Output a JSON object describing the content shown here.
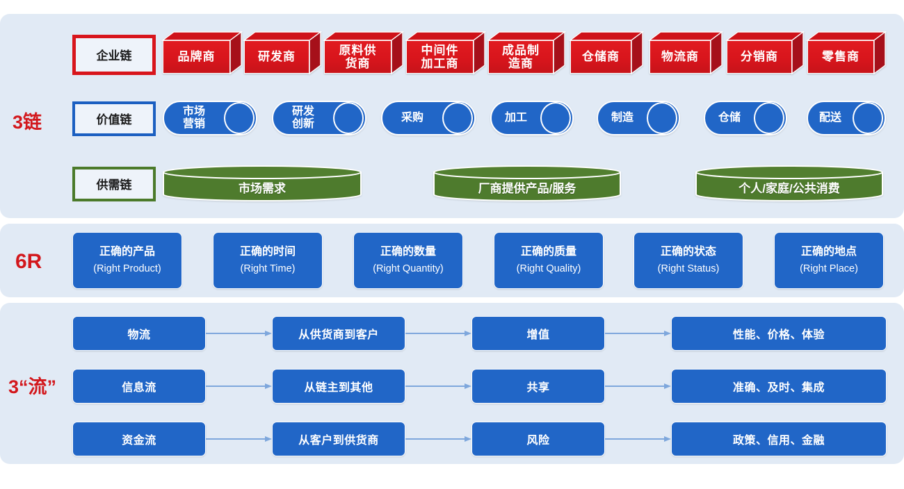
{
  "colors": {
    "panel_bg": "#e1eaf5",
    "red": "#d8151c",
    "blue": "#2166c7",
    "green": "#4e7b2d",
    "label_red": "#d2171c",
    "arrow": "#7ea7dc"
  },
  "sections": {
    "chains": {
      "label": "3链"
    },
    "six_r": {
      "label": "6R"
    },
    "flows": {
      "label": "3“流”"
    }
  },
  "chains": {
    "enterprise": {
      "tag": "企业链",
      "nodes": [
        {
          "label": "品牌商"
        },
        {
          "label": "研发商"
        },
        {
          "label": "原料供\n货商"
        },
        {
          "label": "中间件\n加工商"
        },
        {
          "label": "成品制\n造商"
        },
        {
          "label": "仓储商"
        },
        {
          "label": "物流商"
        },
        {
          "label": "分销商"
        },
        {
          "label": "零售商"
        }
      ]
    },
    "value": {
      "tag": "价值链",
      "nodes": [
        {
          "label": "市场\n营销"
        },
        {
          "label": "研发\n创新"
        },
        {
          "label": "采购"
        },
        {
          "label": "加工"
        },
        {
          "label": "制造"
        },
        {
          "label": "仓储"
        },
        {
          "label": "配送"
        }
      ]
    },
    "supply_demand": {
      "tag": "供需链",
      "nodes": [
        {
          "label": "市场需求"
        },
        {
          "label": "厂商提供产品/服务"
        },
        {
          "label": "个人/家庭/公共消费"
        }
      ]
    }
  },
  "six_r": {
    "items": [
      {
        "cn": "正确的产品",
        "en": "(Right Product)"
      },
      {
        "cn": "正确的时间",
        "en": "(Right Time)"
      },
      {
        "cn": "正确的数量",
        "en": "(Right Quantity)"
      },
      {
        "cn": "正确的质量",
        "en": "(Right Quality)"
      },
      {
        "cn": "正确的状态",
        "en": "(Right Status)"
      },
      {
        "cn": "正确的地点",
        "en": "(Right Place)"
      }
    ]
  },
  "flows": {
    "rows": [
      {
        "name": "物流",
        "direction": "从供货商到客户",
        "effect": "增值",
        "attributes": "性能、价格、体验"
      },
      {
        "name": "信息流",
        "direction": "从链主到其他",
        "effect": "共享",
        "attributes": "准确、及时、集成"
      },
      {
        "name": "资金流",
        "direction": "从客户到供货商",
        "effect": "风险",
        "attributes": "政策、信用、金融"
      }
    ]
  }
}
